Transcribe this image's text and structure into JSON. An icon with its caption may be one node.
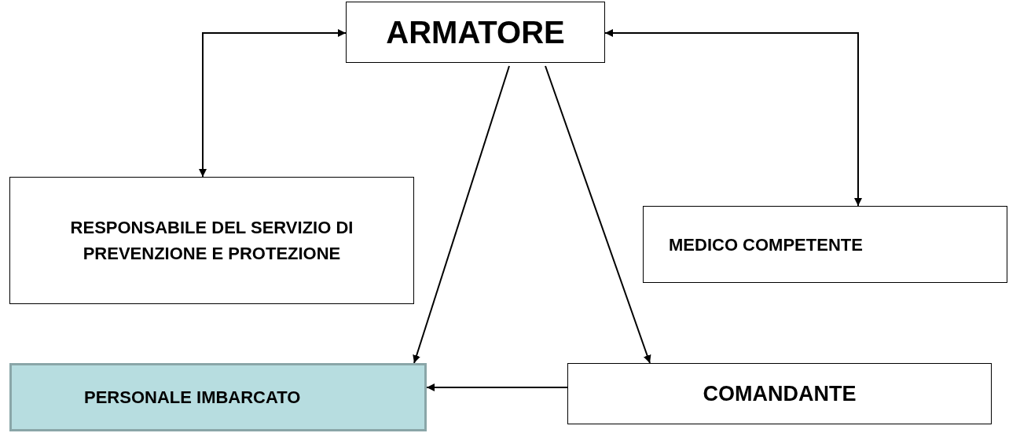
{
  "diagram": {
    "nodes": [
      {
        "text": [
          "ARMATORE"
        ]
      },
      {
        "text": [
          "RESPONSABILE DEL SERVIZIO DI PREVENZIONE E PROTEZIONE"
        ]
      },
      {
        "text": [
          "MEDICO COMPETENTE"
        ]
      },
      {
        "text": [
          "PERSONALE IMBARCATO"
        ]
      },
      {
        "text": [
          "COMANDANTE"
        ]
      }
    ],
    "edges": [
      {
        "from": 0,
        "to": 1,
        "arrow": "both"
      },
      {
        "from": 0,
        "to": 2,
        "arrow": "both"
      },
      {
        "from": 0,
        "to": 3,
        "arrow": "to"
      },
      {
        "from": 0,
        "to": 4,
        "arrow": "to"
      },
      {
        "from": 4,
        "to": 3,
        "arrow": "to"
      }
    ]
  }
}
